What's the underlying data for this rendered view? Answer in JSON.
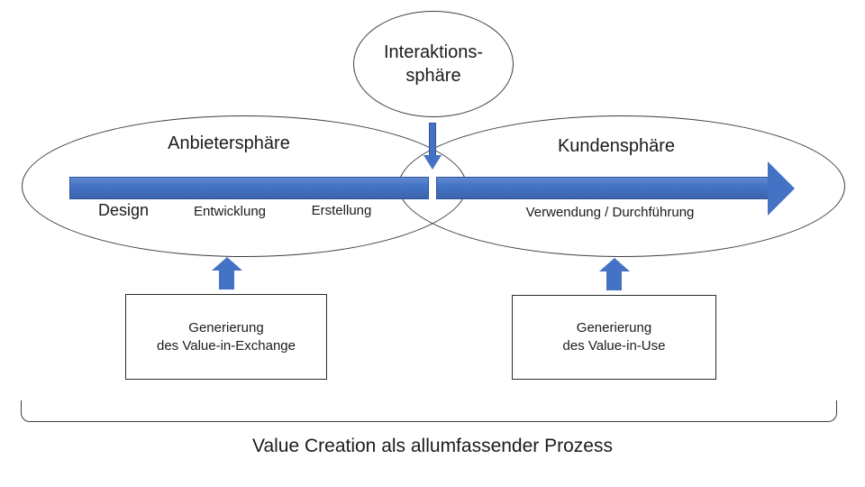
{
  "interaction_sphere": {
    "line1": "Interaktions-",
    "line2": "sphäre"
  },
  "provider_sphere": {
    "title": "Anbietersphäre",
    "stages": [
      "Design",
      "Entwicklung",
      "Erstellung"
    ]
  },
  "customer_sphere": {
    "title": "Kundensphäre",
    "stages": [
      "Verwendung / Durchführung"
    ]
  },
  "boxes": {
    "value_in_exchange": {
      "line1": "Generierung",
      "line2": "des Value-in-Exchange"
    },
    "value_in_use": {
      "line1": "Generierung",
      "line2": "des Value-in-Use"
    }
  },
  "bottom_caption": "Value Creation als allumfassender Prozess",
  "colors": {
    "arrow_blue": "#4472C4",
    "arrow_blue_dark": "#2F5597",
    "outline_gray": "#3D3D3D"
  }
}
